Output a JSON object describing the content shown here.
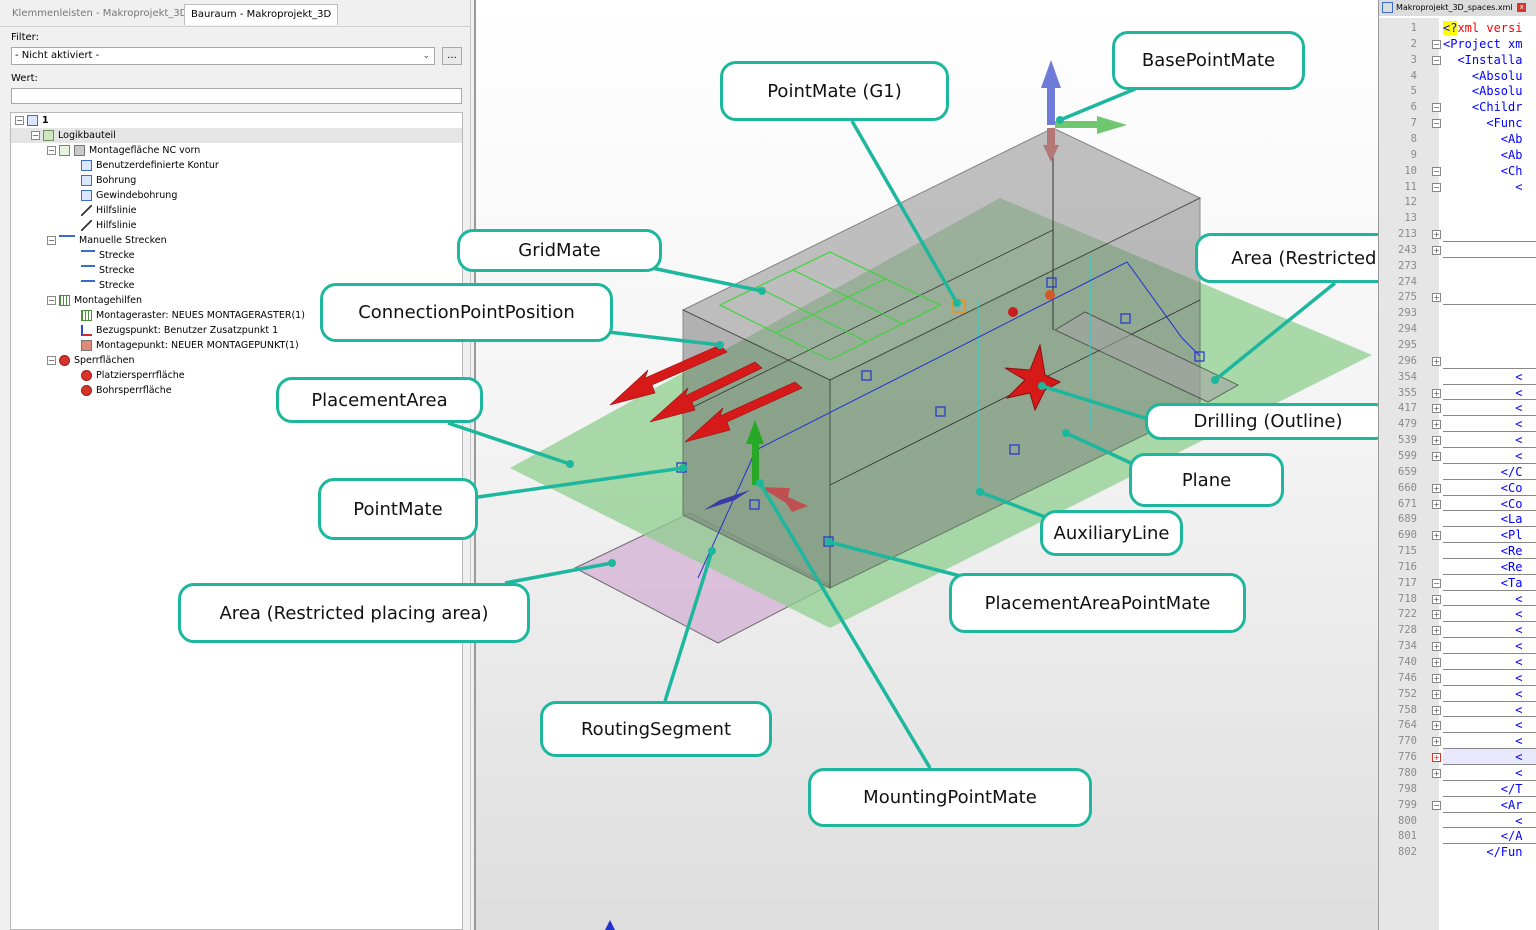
{
  "left_panel": {
    "tabs": [
      {
        "label": "Klemmenleisten - Makroprojekt_3D",
        "active": false
      },
      {
        "label": "Bauraum - Makroprojekt_3D",
        "active": true
      }
    ],
    "filter_label": "Filter:",
    "filter_value": "- Nicht aktiviert -",
    "filter_button": "...",
    "value_label": "Wert:",
    "value_field": "",
    "tree": [
      {
        "label": "1",
        "level": 0,
        "icon": "cube-icon",
        "bold": true
      },
      {
        "label": "Logikbauteil",
        "level": 1,
        "icon": "component-icon",
        "selected": true
      },
      {
        "label": "Montagefläche NC vorn",
        "level": 2,
        "icon": "face-icon"
      },
      {
        "label": "Benutzerdefinierte Kontur",
        "level": 3,
        "icon": "contour-icon"
      },
      {
        "label": "Bohrung",
        "level": 3,
        "icon": "drilling-icon"
      },
      {
        "label": "Gewindebohrung",
        "level": 3,
        "icon": "thread-drilling-icon"
      },
      {
        "label": "Hilfslinie",
        "level": 3,
        "icon": "line-icon"
      },
      {
        "label": "Hilfslinie",
        "level": 3,
        "icon": "line-icon"
      },
      {
        "label": "Manuelle Strecken",
        "level": 2,
        "icon": "segment-icon"
      },
      {
        "label": "Strecke",
        "level": 3,
        "icon": "segment-icon"
      },
      {
        "label": "Strecke",
        "level": 3,
        "icon": "segment-icon"
      },
      {
        "label": "Strecke",
        "level": 3,
        "icon": "segment-icon"
      },
      {
        "label": "Montagehilfen",
        "level": 2,
        "icon": "mounting-aid-icon"
      },
      {
        "label": "Montageraster: NEUES MONTAGERASTER(1)",
        "level": 3,
        "icon": "grid-icon"
      },
      {
        "label": "Bezugspunkt: Benutzer Zusatzpunkt 1",
        "level": 3,
        "icon": "axes-icon"
      },
      {
        "label": "Montagepunkt: NEUER MONTAGEPUNKT(1)",
        "level": 3,
        "icon": "mounting-point-icon"
      },
      {
        "label": "Sperrflächen",
        "level": 2,
        "icon": "restricted-area-icon"
      },
      {
        "label": "Platziersperrfläche",
        "level": 3,
        "icon": "restricted-area-icon"
      },
      {
        "label": "Bohrsperrfläche",
        "level": 3,
        "icon": "restricted-area-icon"
      }
    ]
  },
  "viewport": {
    "callouts": {
      "base_point_mate": "BasePointMate",
      "point_mate_g1": "PointMate (G1)",
      "grid_mate": "GridMate",
      "connection_point_position": "ConnectionPointPosition",
      "placement_area": "PlacementArea",
      "point_mate": "PointMate",
      "area_restricted_placing": "Area (Restricted placing area)",
      "area_restricted_drilling": "Area (Restricted drilling area)",
      "drilling_outline": "Drilling (Outline)",
      "plane": "Plane",
      "auxiliary_line": "AuxiliaryLine",
      "placement_area_point_mate": "PlacementAreaPointMate",
      "routing_segment": "RoutingSegment",
      "mounting_point_mate": "MountingPointMate"
    },
    "colors": {
      "callout_border": "#1db79e",
      "placement_area": "#8fce8f",
      "restricted_area": "#d8b8d8",
      "arrow": "#d61a1a"
    }
  },
  "xml_panel": {
    "tab_title": "Makroprojekt_3D_spaces.xml",
    "lines": [
      {
        "n": "1",
        "code": "<?xml versi",
        "fold": ""
      },
      {
        "n": "2",
        "code": "<Project xm",
        "fold": "minus"
      },
      {
        "n": "3",
        "code": "  <Installa",
        "fold": "minus"
      },
      {
        "n": "4",
        "code": "    <Absolu",
        "fold": ""
      },
      {
        "n": "5",
        "code": "    <Absolu",
        "fold": ""
      },
      {
        "n": "6",
        "code": "    <Childr",
        "fold": "minus"
      },
      {
        "n": "7",
        "code": "      <Func",
        "fold": "minus"
      },
      {
        "n": "8",
        "code": "        <Ab",
        "fold": ""
      },
      {
        "n": "9",
        "code": "        <Ab",
        "fold": ""
      },
      {
        "n": "10",
        "code": "        <Ch",
        "fold": "minus"
      },
      {
        "n": "11",
        "code": "          <",
        "fold": "minus"
      },
      {
        "n": "12",
        "code": "",
        "fold": ""
      },
      {
        "n": "13",
        "code": "",
        "fold": ""
      },
      {
        "n": "213",
        "code": "",
        "fold": "plus"
      },
      {
        "n": "243",
        "code": "",
        "fold": "plus"
      },
      {
        "n": "273",
        "code": "",
        "fold": ""
      },
      {
        "n": "274",
        "code": "",
        "fold": ""
      },
      {
        "n": "275",
        "code": "",
        "fold": "plus"
      },
      {
        "n": "293",
        "code": "",
        "fold": ""
      },
      {
        "n": "294",
        "code": "",
        "fold": ""
      },
      {
        "n": "295",
        "code": "",
        "fold": ""
      },
      {
        "n": "296",
        "code": "",
        "fold": "plus"
      },
      {
        "n": "354",
        "code": "          <",
        "fold": ""
      },
      {
        "n": "355",
        "code": "          <",
        "fold": "plus"
      },
      {
        "n": "417",
        "code": "          <",
        "fold": "plus"
      },
      {
        "n": "479",
        "code": "          <",
        "fold": "plus"
      },
      {
        "n": "539",
        "code": "          <",
        "fold": "plus"
      },
      {
        "n": "599",
        "code": "          <",
        "fold": "plus"
      },
      {
        "n": "659",
        "code": "        </C",
        "fold": ""
      },
      {
        "n": "660",
        "code": "        <Co",
        "fold": "plus"
      },
      {
        "n": "671",
        "code": "        <Co",
        "fold": "plus"
      },
      {
        "n": "689",
        "code": "        <La",
        "fold": ""
      },
      {
        "n": "690",
        "code": "        <Pl",
        "fold": "plus"
      },
      {
        "n": "715",
        "code": "        <Re",
        "fold": ""
      },
      {
        "n": "716",
        "code": "        <Re",
        "fold": ""
      },
      {
        "n": "717",
        "code": "        <Ta",
        "fold": "minus"
      },
      {
        "n": "718",
        "code": "          <",
        "fold": "plus"
      },
      {
        "n": "722",
        "code": "          <",
        "fold": "plus"
      },
      {
        "n": "728",
        "code": "          <",
        "fold": "plus"
      },
      {
        "n": "734",
        "code": "          <",
        "fold": "plus"
      },
      {
        "n": "740",
        "code": "          <",
        "fold": "plus"
      },
      {
        "n": "746",
        "code": "          <",
        "fold": "plus"
      },
      {
        "n": "752",
        "code": "          <",
        "fold": "plus"
      },
      {
        "n": "758",
        "code": "          <",
        "fold": "plus"
      },
      {
        "n": "764",
        "code": "          <",
        "fold": "plus"
      },
      {
        "n": "770",
        "code": "          <",
        "fold": "plus"
      },
      {
        "n": "776",
        "code": "          <",
        "fold": "plus-red"
      },
      {
        "n": "780",
        "code": "          <",
        "fold": "plus"
      },
      {
        "n": "798",
        "code": "        </T",
        "fold": ""
      },
      {
        "n": "799",
        "code": "        <Ar",
        "fold": "minus"
      },
      {
        "n": "800",
        "code": "          <",
        "fold": ""
      },
      {
        "n": "801",
        "code": "        </A",
        "fold": ""
      },
      {
        "n": "802",
        "code": "      </Fun",
        "fold": ""
      }
    ]
  }
}
